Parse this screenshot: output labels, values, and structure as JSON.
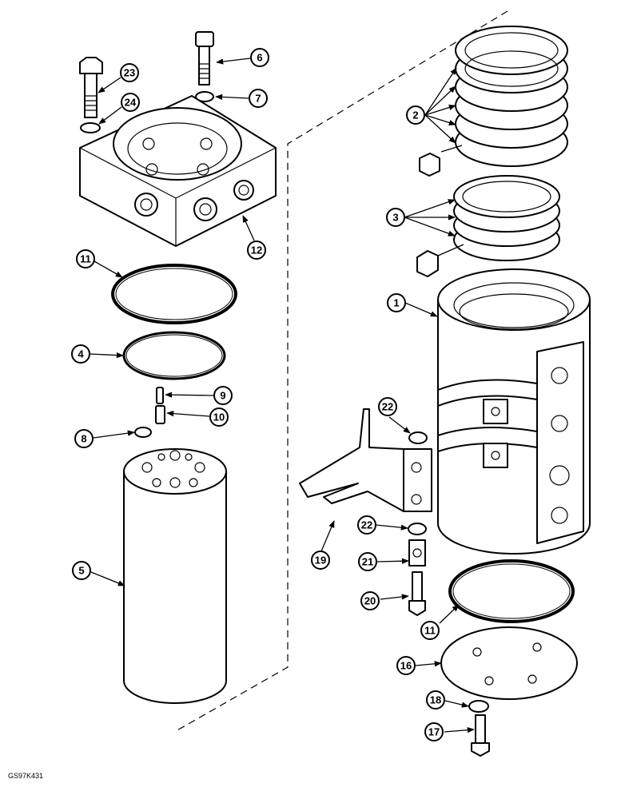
{
  "figure_code": "GS97K431",
  "callouts": {
    "c1": "1",
    "c2": "2",
    "c3": "3",
    "c4": "4",
    "c5": "5",
    "c6": "6",
    "c7": "7",
    "c8": "8",
    "c9": "9",
    "c10": "10",
    "c11a": "11",
    "c11b": "11",
    "c12": "12",
    "c16": "16",
    "c17": "17",
    "c18": "18",
    "c19": "19",
    "c20": "20",
    "c21": "21",
    "c22a": "22",
    "c22b": "22",
    "c23": "23",
    "c24": "24"
  }
}
